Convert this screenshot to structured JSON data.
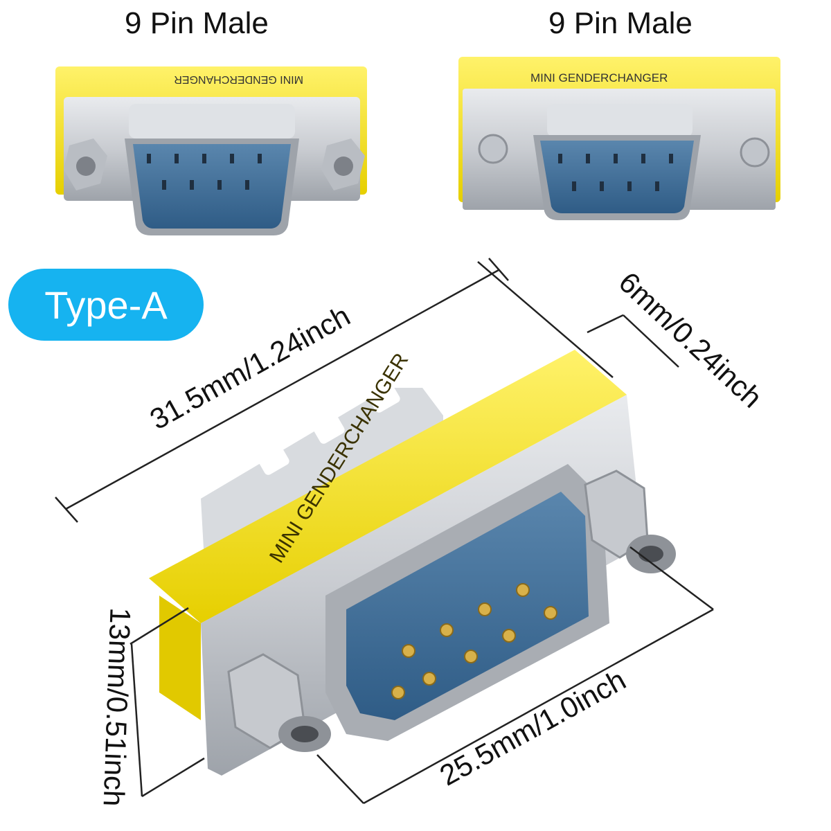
{
  "labels": {
    "left_title": "9 Pin Male",
    "right_title": "9 Pin Male",
    "type_badge": "Type-A"
  },
  "product": {
    "stamp_text": "MINI GENDERCHANGER"
  },
  "dimensions": {
    "length": "31.5mm/1.24inch",
    "thickness": "6mm/0.24inch",
    "height": "13mm/0.51inch",
    "width": "25.5mm/1.0inch"
  },
  "colors": {
    "band_yellow": "#f6e514",
    "metal": "#cfd2d6",
    "connector_blue": "#3f6f9a",
    "pin_gold": "#d8b14a",
    "badge_blue": "#16b3f0"
  }
}
